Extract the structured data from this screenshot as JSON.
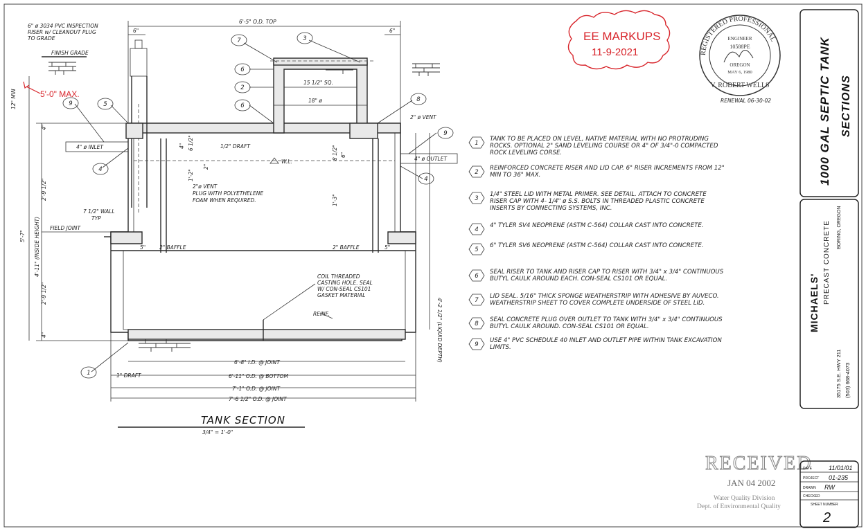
{
  "markup": {
    "line1": "EE MARKUPS",
    "line2": "11-9-2021",
    "max_label": "5'-0\" MAX."
  },
  "seal": {
    "top": "REGISTERED PROFESSIONAL",
    "engineer": "ENGINEER",
    "number": "10588PE",
    "state": "OREGON",
    "date": "MAY 6, 1980",
    "name": "V. ROBERT WELLS",
    "renewal": "RENEWAL 06-30-02"
  },
  "title_block": {
    "title": "1000 GAL SEPTIC TANK",
    "subtitle": "SECTIONS",
    "company": "MICHAELS'",
    "company_sub": "PRECAST CONCRETE",
    "location": "BORING, OREGON",
    "address": "35175 S.E. HWY 211",
    "phone": "(503) 668-4073",
    "date_label": "DATE",
    "date": "11/01/01",
    "project_label": "PROJECT",
    "project": "01-235",
    "drawn_label": "DRAWN",
    "drawn": "RW",
    "checked_label": "CHECKED",
    "sheet_label": "SHEET NUMBER",
    "sheet": "2"
  },
  "received_stamp": {
    "title": "RECEIVED",
    "date": "JAN 04 2002",
    "line1": "Water Quality Division",
    "line2": "Dept. of Environmental Quality"
  },
  "drawing": {
    "title": "TANK SECTION",
    "scale": "3/4\" = 1'-0\"",
    "labels": {
      "riser": [
        "6\" ø 3034 PVC INSPECTION",
        "RISER w/ CLEANOUT PLUG",
        "TO GRADE"
      ],
      "finish_grade": "FINISH GRADE",
      "top": "6'-5\" O.D. TOP",
      "six_left": "6\"",
      "six_right": "6\"",
      "min12": "12\" MIN",
      "sq": "15 1/2\" SQ.",
      "dia18": "18\" ø",
      "vent_top": "2\" ø VENT",
      "inlet": "4\" ø INLET",
      "outlet": "4\" ø OUTLET",
      "draft_half": "1/2\" DRAFT",
      "wl": "W.L.",
      "vent_plug": [
        "2\"ø VENT",
        "PLUG WITH POLYETHELENE",
        "FOAM WHEN REQUIRED."
      ],
      "wall": [
        "7 1/2\" WALL",
        "TYP"
      ],
      "field_joint": "FIELD JOINT",
      "baffle_left": "2\" BAFFLE",
      "baffle_right": "2\" BAFFLE",
      "five_left": "5\"",
      "five_right": "5\"",
      "coil": [
        "COIL THREADED",
        "CASTING HOLE. SEAL",
        "W/ CON-SEAL CS101",
        "GASKET MATERIAL"
      ],
      "reinf": "REINF.",
      "draft": "1\" DRAFT",
      "dim_id": "6'-8\" I.D. @ JOINT",
      "dim_bottom": "6'-11\" O.D. @ BOTTOM",
      "dim_joint": "7'-1\" O.D. @ JOINT",
      "dim_joint2": "7'-6 1/2\" O.D. @ JOINT",
      "v_4a": "4\"",
      "v_2_9": "2'-9 1/2\"",
      "v_inside": "4'-11\" (INSIDE HEIGHT)",
      "v_5_7": "5'-7\"",
      "v_2_9b": "2'-9 1/2\"",
      "v_4b": "4\"",
      "v_liquid": "4'-2 1/2\" (LIQUID DEPTH)",
      "v_1_2": "1'-2\"",
      "v_1_3": "1'-3\"",
      "v_8_half": "8 1/2\"",
      "v_6": "6\"",
      "v_6_half": "6 1/2\"",
      "v_4c": "4\"",
      "v_2": "2\""
    }
  },
  "notes": [
    {
      "num": "1",
      "lines": [
        "TANK TO BE PLACED ON LEVEL, NATIVE MATERIAL WITH NO PROTRUDING",
        "ROCKS.  OPTIONAL 2\" SAND LEVELING COURSE OR 4\" OF 3/4\"-0 COMPACTED",
        "ROCK LEVELING CORSE."
      ]
    },
    {
      "num": "2",
      "lines": [
        "REINFORCED CONCRETE RISER AND LID CAP.  6\" RISER INCREMENTS FROM 12\"",
        "MIN TO 36\" MAX."
      ]
    },
    {
      "num": "3",
      "lines": [
        "1/4\" STEEL LID WITH METAL PRIMER.  SEE DETAIL.  ATTACH TO CONCRETE",
        "RISER CAP WITH 4- 1/4\" ø S.S. BOLTS IN THREADED PLASTIC CONCRETE",
        "INSERTS BY CONNECTING SYSTEMS, INC."
      ]
    },
    {
      "num": "4",
      "lines": [
        "4\" TYLER SV4 NEOPRENE (ASTM C-564) COLLAR CAST INTO CONCRETE."
      ]
    },
    {
      "num": "5",
      "lines": [
        "6\" TYLER SV6 NEOPRENE (ASTM C-564) COLLAR CAST INTO CONCRETE."
      ]
    },
    {
      "num": "6",
      "lines": [
        "SEAL RISER TO TANK AND RISER CAP TO RISER WITH 3/4\" x 3/4\" CONTINUOUS",
        "BUTYL CAULK AROUND EACH.  CON-SEAL CS101 OR EQUAL."
      ]
    },
    {
      "num": "7",
      "lines": [
        "LID SEAL.  5/16\" THICK SPONGE WEATHERSTRIP WITH ADHESIVE BY AUVECO.",
        "WEATHERSTRIP SHEET TO COVER COMPLETE UNDERSIDE OF STEEL LID."
      ]
    },
    {
      "num": "8",
      "lines": [
        "SEAL CONCRETE PLUG OVER OUTLET TO TANK WITH 3/4\" x 3/4\" CONTINUOUS",
        "BUTYL CAULK AROUND.  CON-SEAL CS101 OR EQUAL."
      ]
    },
    {
      "num": "9",
      "lines": [
        "USE 4\" PVC SCHEDULE 40 INLET AND OUTLET PIPE WITHIN TANK EXCAVATION",
        "LIMITS."
      ]
    }
  ],
  "callouts": [
    "7",
    "3",
    "6",
    "2",
    "6",
    "8",
    "9",
    "5",
    "9",
    "4",
    "4",
    "1"
  ]
}
